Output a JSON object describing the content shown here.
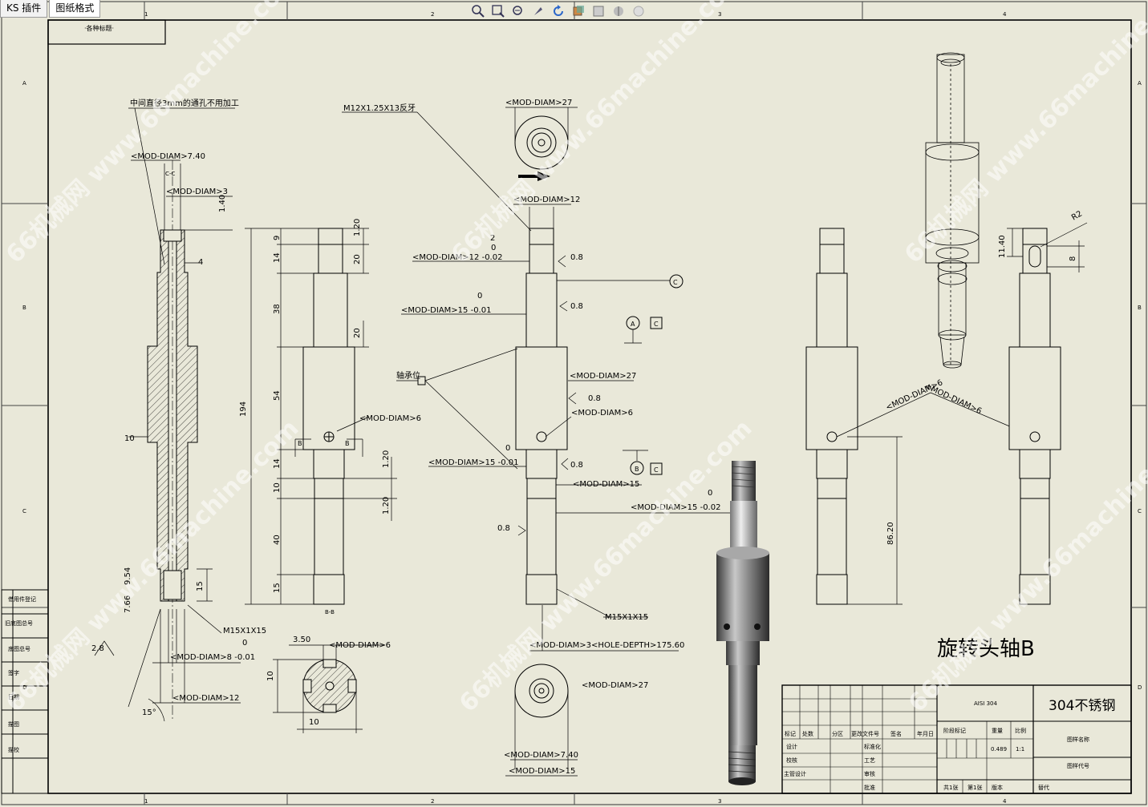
{
  "tabs": [
    {
      "label": "KS 插件"
    },
    {
      "label": "图纸格式"
    }
  ],
  "toolbar_icons": [
    "zoom-fit-icon",
    "zoom-area-icon",
    "zoom-in-out-icon",
    "select-icon",
    "rotate-icon",
    "display-style-icon",
    "section-view-icon",
    "view-orientation-icon",
    "hide-show-icon"
  ],
  "border": {
    "top_labels": [
      "1",
      "2",
      "3",
      "4"
    ],
    "bottom_labels": [
      "1",
      "2",
      "3",
      "4"
    ],
    "left_labels": [
      "A",
      "B",
      "C",
      "D"
    ],
    "right_labels": [
      "A",
      "B",
      "C",
      "D"
    ]
  },
  "corner_box": "·各种标题·",
  "notes": {
    "through_hole": "中间直径3mm的通孔不用加工",
    "thread_top": "M12X1.25X13反牙",
    "thread_m15_left": "M15X1X15",
    "thread_m15_center": "M15X1X15",
    "bearing": "轴承位",
    "hole_depth": "<MOD-DIAM>3<HOLE-DEPTH>175.60"
  },
  "dims": {
    "d740": "<MOD-DIAM>7.40",
    "cc": "C-C",
    "d3": "<MOD-DIAM>3",
    "v140": "1.40",
    "v4": "4",
    "v10": "10",
    "v954": "9.54",
    "v766": "7.66",
    "v15": "15",
    "v28": "2.8",
    "d8": "<MOD-DIAM>8 -0.01",
    "d8tol": "0",
    "d12": "<MOD-DIAM>12",
    "ang15": "15°",
    "m9": "9",
    "m14": "14",
    "m38": "38",
    "m54": "54",
    "m194": "194",
    "m14b": "14",
    "m10": "10",
    "m40": "40",
    "m15": "15",
    "r120a": "1.20",
    "r20a": "20",
    "r20b": "20",
    "r120b": "1.20",
    "r120c": "1.20",
    "d6mid": "<MOD-DIAM>6",
    "bb": "B-B",
    "secB1": "B",
    "secB2": "B",
    "d27top": "<MOD-DIAM>27",
    "d12b": "<MOD-DIAM>12",
    "v2": "2",
    "v0": "0",
    "d12tol": "<MOD-DIAM>12 -0.02",
    "d15a": "<MOD-DIAM>15 -0.01",
    "d15atol": "0",
    "d27b": "<MOD-DIAM>27",
    "d6c": "<MOD-DIAM>6",
    "d15b": "<MOD-DIAM>15 -0.01",
    "d15btol": "0",
    "d15c": "<MOD-DIAM>15",
    "d15d": "<MOD-DIAM>15 -0.02",
    "d15dtol": "0",
    "rough1": "0.8",
    "rough2": "0.8",
    "rough3": "0.8",
    "rough4": "0.8",
    "rough5": "0.8",
    "datumA": "A",
    "datumB": "B",
    "datumC": "C",
    "datumBoxC": "C",
    "datumBoxC2": "C",
    "v350": "3.50",
    "d6sec": "<MOD-DIAM>6",
    "v10sec": "10",
    "v10sec2": "10",
    "d27bot": "<MOD-DIAM>27",
    "d740b": "<MOD-DIAM>7.40",
    "d15bot": "<MOD-DIAM>15",
    "d6right": "<MOD-DIAM>6",
    "d6right2": "<MOD-DIAM>6",
    "v8620": "86.20",
    "v1140": "11.40",
    "r2": "R2",
    "v8": "8"
  },
  "part_name": "旋转头轴B",
  "material": "304不锈钢",
  "title_block": {
    "header_cols": [
      "标记",
      "处数",
      "分区",
      "更改文件号",
      "签名",
      "年月日"
    ],
    "left_rows": [
      "设计",
      "校核",
      "主管设计"
    ],
    "mid_rows": [
      "标准化",
      "工艺",
      "审核",
      "批准"
    ],
    "stage_row": [
      "阶段标记",
      "重量",
      "比例"
    ],
    "weight": "0.489",
    "scale": "1:1",
    "drawing_name": "图样名称",
    "drawing_no": "图样代号",
    "sheet_info": [
      "共1张",
      "第1张",
      "版本",
      "替代"
    ],
    "material_code": "AISI 304"
  },
  "side_block": [
    "借用件登记",
    "旧底图总号",
    "底图总号",
    "签字",
    "日期",
    "描图",
    "描校"
  ],
  "watermark": "66机械网 www.66machine.com"
}
